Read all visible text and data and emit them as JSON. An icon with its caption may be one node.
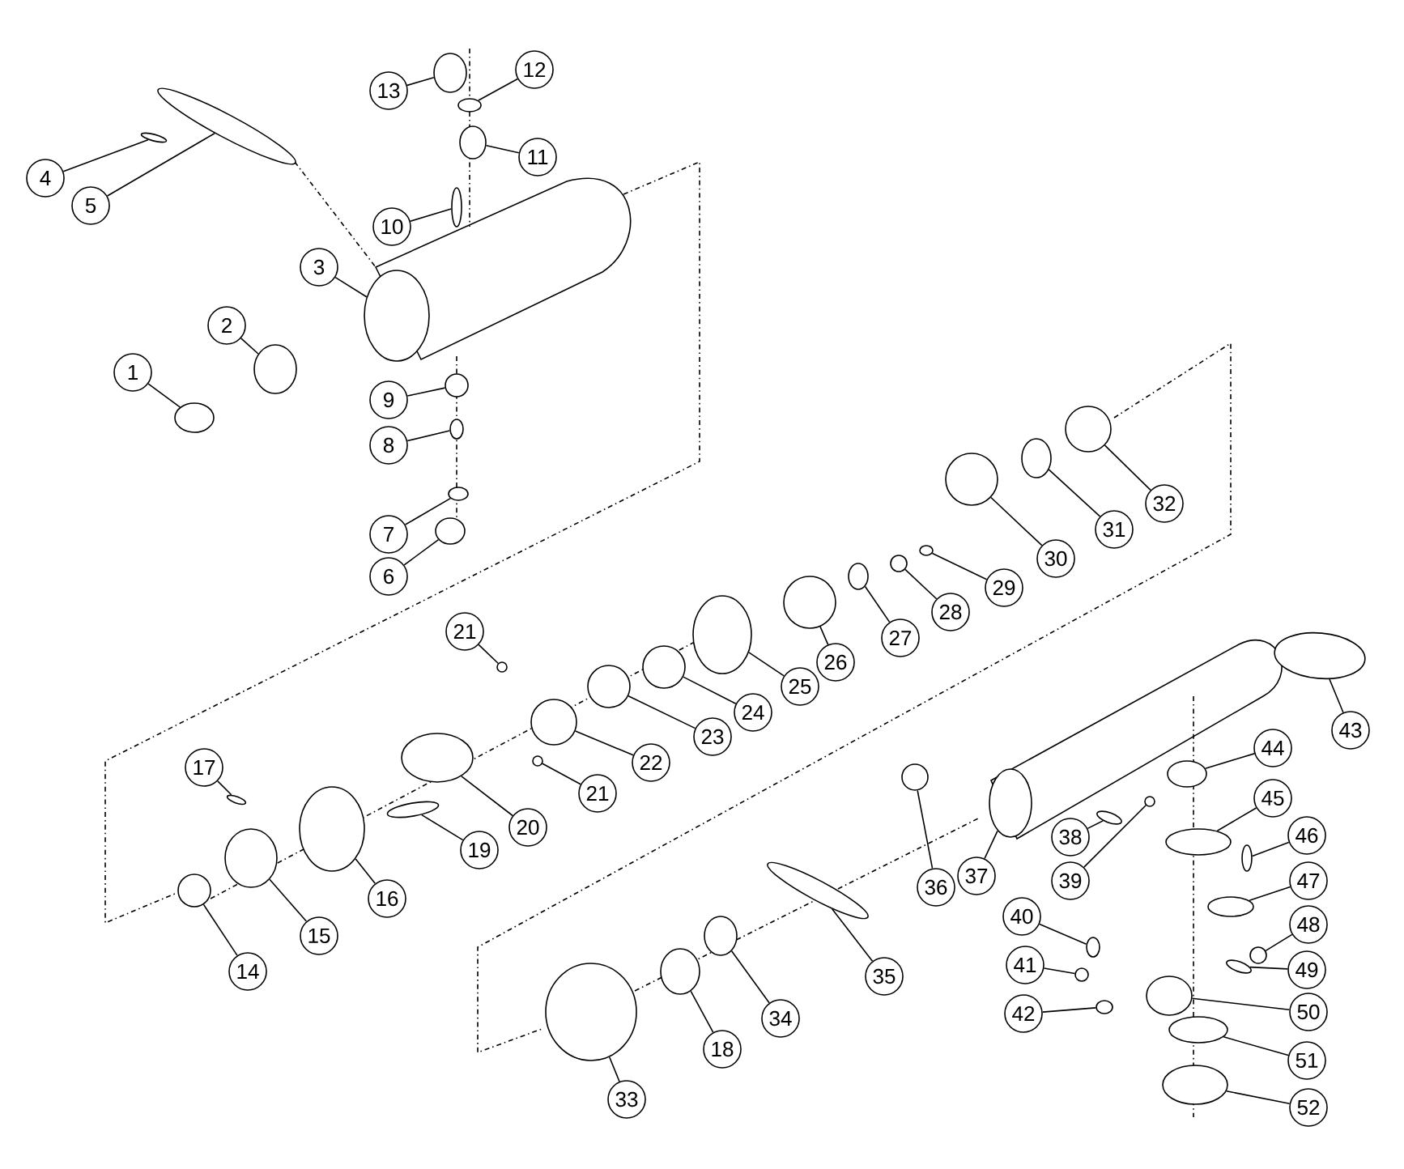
{
  "diagram": {
    "nodes": [
      {
        "text": [
          "1"
        ]
      },
      {
        "text": [
          "2"
        ]
      },
      {
        "text": [
          "3"
        ]
      },
      {
        "text": [
          "4"
        ]
      },
      {
        "text": [
          "5"
        ]
      },
      {
        "text": [
          "6"
        ]
      },
      {
        "text": [
          "7"
        ]
      },
      {
        "text": [
          "8"
        ]
      },
      {
        "text": [
          "9"
        ]
      },
      {
        "text": [
          "10"
        ]
      },
      {
        "text": [
          "11"
        ]
      },
      {
        "text": [
          "12"
        ]
      },
      {
        "text": [
          "13"
        ]
      },
      {
        "text": [
          "14"
        ]
      },
      {
        "text": [
          "15"
        ]
      },
      {
        "text": [
          "16"
        ]
      },
      {
        "text": [
          "17"
        ]
      },
      {
        "text": [
          "18"
        ]
      },
      {
        "text": [
          "19"
        ]
      },
      {
        "text": [
          "20"
        ]
      },
      {
        "text": [
          "21"
        ]
      },
      {
        "text": [
          "21"
        ]
      },
      {
        "text": [
          "22"
        ]
      },
      {
        "text": [
          "23"
        ]
      },
      {
        "text": [
          "24"
        ]
      },
      {
        "text": [
          "25"
        ]
      },
      {
        "text": [
          "26"
        ]
      },
      {
        "text": [
          "27"
        ]
      },
      {
        "text": [
          "28"
        ]
      },
      {
        "text": [
          "29"
        ]
      },
      {
        "text": [
          "30"
        ]
      },
      {
        "text": [
          "31"
        ]
      },
      {
        "text": [
          "32"
        ]
      },
      {
        "text": [
          "33"
        ]
      },
      {
        "text": [
          "34"
        ]
      },
      {
        "text": [
          "35"
        ]
      },
      {
        "text": [
          "36"
        ]
      },
      {
        "text": [
          "37"
        ]
      },
      {
        "text": [
          "38"
        ]
      },
      {
        "text": [
          "39"
        ]
      },
      {
        "text": [
          "40"
        ]
      },
      {
        "text": [
          "41"
        ]
      },
      {
        "text": [
          "42"
        ]
      },
      {
        "text": [
          "43"
        ]
      },
      {
        "text": [
          "44"
        ]
      },
      {
        "text": [
          "45"
        ]
      },
      {
        "text": [
          "46"
        ]
      },
      {
        "text": [
          "47"
        ]
      },
      {
        "text": [
          "48"
        ]
      },
      {
        "text": [
          "49"
        ]
      },
      {
        "text": [
          "50"
        ]
      },
      {
        "text": [
          "51"
        ]
      },
      {
        "text": [
          "52"
        ]
      },
      {
        "text": [],
        "shape": "circle"
      },
      {
        "text": [],
        "shape": "circle"
      },
      {
        "text": [],
        "shape": "circle"
      },
      {
        "text": [],
        "shape": "circle"
      },
      {
        "text": [],
        "shape": "circle"
      },
      {
        "text": [],
        "shape": "circle"
      },
      {
        "text": [],
        "shape": "circle"
      },
      {
        "text": [],
        "shape": "circle"
      },
      {
        "text": [],
        "shape": "circle"
      },
      {
        "text": [],
        "shape": "circle"
      },
      {
        "text": [],
        "shape": "circle"
      },
      {
        "text": [],
        "shape": "circle"
      },
      {
        "text": [],
        "shape": "circle"
      },
      {
        "text": [],
        "shape": "circle"
      },
      {
        "text": [],
        "shape": "circle"
      },
      {
        "text": [],
        "shape": "circle"
      },
      {
        "text": [],
        "shape": "circle"
      },
      {
        "text": [],
        "shape": "circle"
      },
      {
        "text": [],
        "shape": "circle"
      },
      {
        "text": [],
        "shape": "circle"
      },
      {
        "text": [],
        "shape": "circle"
      },
      {
        "text": [],
        "shape": "circle"
      },
      {
        "text": [],
        "shape": "circle"
      },
      {
        "text": [],
        "shape": "circle"
      },
      {
        "text": [],
        "shape": "circle"
      },
      {
        "text": [],
        "shape": "circle"
      },
      {
        "text": [],
        "shape": "circle"
      },
      {
        "text": [],
        "shape": "circle"
      },
      {
        "text": [],
        "shape": "circle"
      },
      {
        "text": [],
        "shape": "circle"
      },
      {
        "text": [],
        "shape": "circle"
      },
      {
        "text": [],
        "shape": "circle"
      },
      {
        "text": [],
        "shape": "circle"
      },
      {
        "text": [],
        "shape": "circle"
      },
      {
        "text": [],
        "shape": "circle"
      },
      {
        "text": [],
        "shape": "circle"
      },
      {
        "text": [],
        "shape": "circle"
      },
      {
        "text": [],
        "shape": "circle"
      },
      {
        "text": [],
        "shape": "circle"
      },
      {
        "text": [],
        "shape": "circle"
      },
      {
        "text": [],
        "shape": "circle"
      },
      {
        "text": [],
        "shape": "circle"
      },
      {
        "text": [],
        "shape": "circle"
      },
      {
        "text": [],
        "shape": "circle"
      },
      {
        "text": [],
        "shape": "circle"
      },
      {
        "text": [],
        "shape": "circle"
      },
      {
        "text": [],
        "shape": "circle"
      },
      {
        "text": [],
        "shape": "circle"
      },
      {
        "text": [],
        "shape": "circle"
      },
      {
        "text": [],
        "shape": "circle"
      },
      {
        "text": [],
        "shape": "circle"
      },
      {
        "text": [],
        "shape": "circle"
      },
      {
        "text": [],
        "shape": "circle"
      }
    ],
    "edges": [
      {
        "from": 0,
        "to": 53,
        "arrow": "none"
      },
      {
        "from": 1,
        "to": 54,
        "arrow": "none"
      },
      {
        "from": 2,
        "to": 55,
        "arrow": "none"
      },
      {
        "from": 3,
        "to": 56,
        "arrow": "none"
      },
      {
        "from": 4,
        "to": 57,
        "arrow": "none"
      },
      {
        "from": 5,
        "to": 58,
        "arrow": "none"
      },
      {
        "from": 6,
        "to": 59,
        "arrow": "none"
      },
      {
        "from": 7,
        "to": 60,
        "arrow": "none"
      },
      {
        "from": 8,
        "to": 61,
        "arrow": "none"
      },
      {
        "from": 9,
        "to": 62,
        "arrow": "none"
      },
      {
        "from": 10,
        "to": 63,
        "arrow": "none"
      },
      {
        "from": 11,
        "to": 64,
        "arrow": "none"
      },
      {
        "from": 12,
        "to": 65,
        "arrow": "none"
      },
      {
        "from": 13,
        "to": 66,
        "arrow": "none"
      },
      {
        "from": 14,
        "to": 67,
        "arrow": "none"
      },
      {
        "from": 15,
        "to": 68,
        "arrow": "none"
      },
      {
        "from": 16,
        "to": 69,
        "arrow": "none"
      },
      {
        "from": 17,
        "to": 70,
        "arrow": "none"
      },
      {
        "from": 18,
        "to": 71,
        "arrow": "none"
      },
      {
        "from": 19,
        "to": 72,
        "arrow": "none"
      },
      {
        "from": 20,
        "to": 73,
        "arrow": "none"
      },
      {
        "from": 21,
        "to": 74,
        "arrow": "none"
      },
      {
        "from": 22,
        "to": 75,
        "arrow": "none"
      },
      {
        "from": 23,
        "to": 76,
        "arrow": "none"
      },
      {
        "from": 24,
        "to": 77,
        "arrow": "none"
      },
      {
        "from": 25,
        "to": 78,
        "arrow": "none"
      },
      {
        "from": 26,
        "to": 79,
        "arrow": "none"
      },
      {
        "from": 27,
        "to": 80,
        "arrow": "none"
      },
      {
        "from": 28,
        "to": 81,
        "arrow": "none"
      },
      {
        "from": 29,
        "to": 82,
        "arrow": "none"
      },
      {
        "from": 30,
        "to": 83,
        "arrow": "none"
      },
      {
        "from": 31,
        "to": 84,
        "arrow": "none"
      },
      {
        "from": 32,
        "to": 85,
        "arrow": "none"
      },
      {
        "from": 33,
        "to": 86,
        "arrow": "none"
      },
      {
        "from": 34,
        "to": 87,
        "arrow": "none"
      },
      {
        "from": 35,
        "to": 88,
        "arrow": "none"
      },
      {
        "from": 36,
        "to": 89,
        "arrow": "none"
      },
      {
        "from": 37,
        "to": 90,
        "arrow": "none"
      },
      {
        "from": 38,
        "to": 91,
        "arrow": "none"
      },
      {
        "from": 39,
        "to": 92,
        "arrow": "none"
      },
      {
        "from": 40,
        "to": 93,
        "arrow": "none"
      },
      {
        "from": 41,
        "to": 94,
        "arrow": "none"
      },
      {
        "from": 42,
        "to": 95,
        "arrow": "none"
      },
      {
        "from": 43,
        "to": 96,
        "arrow": "none"
      },
      {
        "from": 44,
        "to": 97,
        "arrow": "none"
      },
      {
        "from": 45,
        "to": 98,
        "arrow": "none"
      },
      {
        "from": 46,
        "to": 99,
        "arrow": "none"
      },
      {
        "from": 47,
        "to": 100,
        "arrow": "none"
      },
      {
        "from": 48,
        "to": 101,
        "arrow": "none"
      },
      {
        "from": 49,
        "to": 102,
        "arrow": "none"
      },
      {
        "from": 50,
        "to": 103,
        "arrow": "none"
      },
      {
        "from": 51,
        "to": 104,
        "arrow": "none"
      },
      {
        "from": 52,
        "to": 105,
        "arrow": "none"
      }
    ]
  }
}
